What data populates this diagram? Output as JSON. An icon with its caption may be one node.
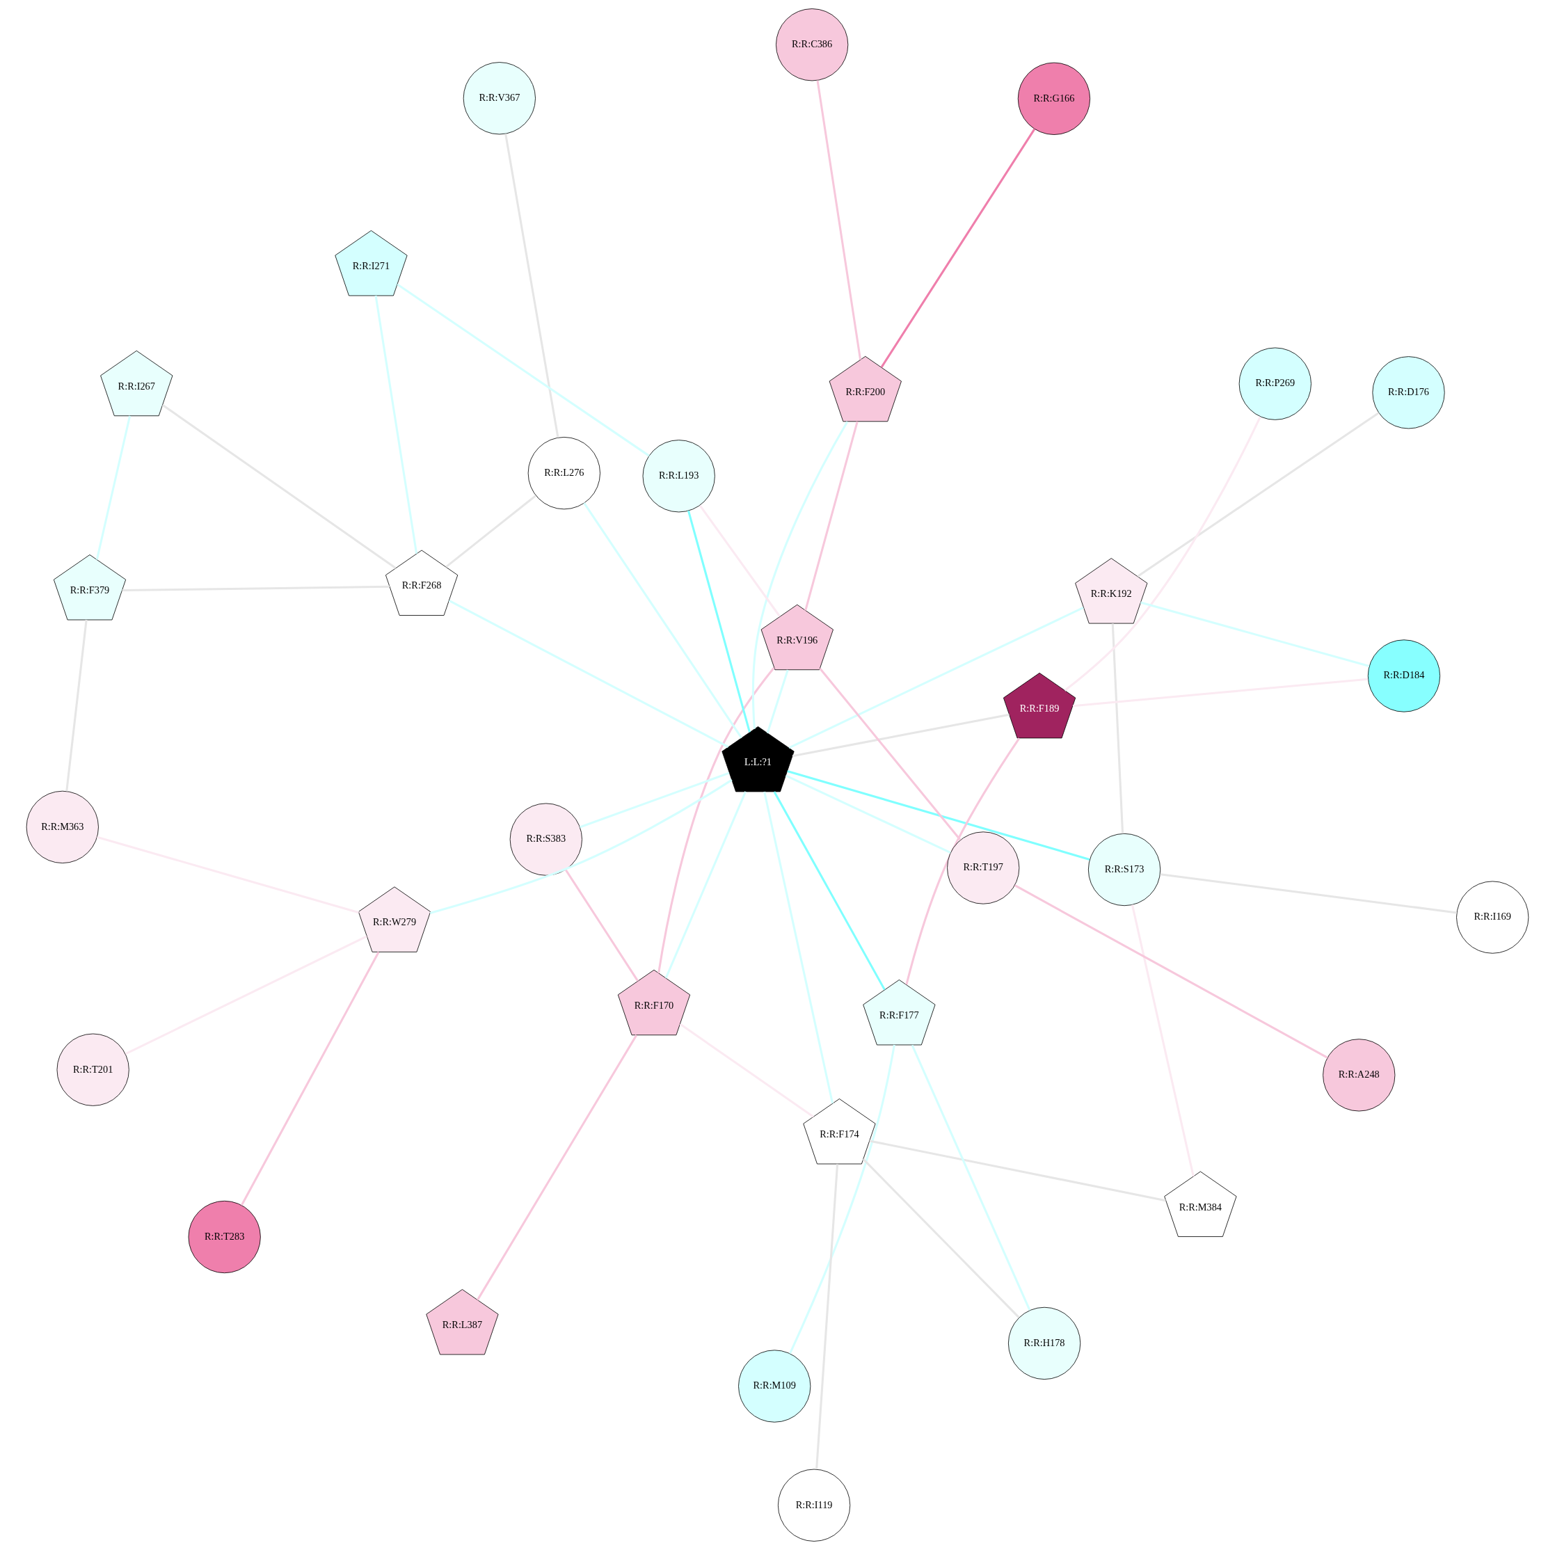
{
  "diagram": {
    "nodes": [
      {
        "text": [
          "R:R:M109"
        ]
      },
      {
        "text": [
          "R:R:T201"
        ]
      },
      {
        "text": [
          "R:R:I119"
        ]
      },
      {
        "text": [
          "R:R:D176"
        ]
      },
      {
        "text": [
          "R:R:G166"
        ]
      },
      {
        "text": [
          "R:R:F170"
        ]
      },
      {
        "text": [
          "R:R:M363"
        ]
      },
      {
        "text": [
          "R:R:S383"
        ]
      },
      {
        "text": [
          "R:R:S173"
        ]
      },
      {
        "text": [
          "R:R:I169"
        ]
      },
      {
        "text": [
          "R:R:W279"
        ]
      },
      {
        "text": [
          "R:R:F174"
        ]
      },
      {
        "text": [
          "R:R:T283"
        ]
      },
      {
        "text": [
          "R:R:M384"
        ]
      },
      {
        "text": [
          "R:R:L276"
        ]
      },
      {
        "text": [
          "R:R:F177"
        ]
      },
      {
        "text": [
          "L:L:?1"
        ]
      },
      {
        "text": [
          "R:R:V367"
        ]
      },
      {
        "text": [
          "R:R:L387"
        ]
      },
      {
        "text": [
          "R:R:F268"
        ]
      },
      {
        "text": [
          "R:R:F189"
        ]
      },
      {
        "text": [
          "R:R:F200"
        ]
      },
      {
        "text": [
          "R:R:K192"
        ]
      },
      {
        "text": [
          "R:R:F379"
        ]
      },
      {
        "text": [
          "R:R:H178"
        ]
      },
      {
        "text": [
          "R:R:T197"
        ]
      },
      {
        "text": [
          "R:R:V196"
        ]
      },
      {
        "text": [
          "R:R:L193"
        ]
      },
      {
        "text": [
          "R:R:I267"
        ]
      },
      {
        "text": [
          "R:R:D184"
        ]
      },
      {
        "text": [
          "R:R:C386"
        ]
      },
      {
        "text": [
          "R:R:P269"
        ]
      },
      {
        "text": [
          "R:R:A248"
        ]
      },
      {
        "text": [
          "R:R:I271"
        ]
      }
    ],
    "edges": [
      {
        "from": 7,
        "to": 5,
        "arrow": "none",
        "color": "#f7c8dc"
      },
      {
        "from": 5,
        "to": 26,
        "arrow": "none",
        "color": "#f7c8dc"
      },
      {
        "from": 5,
        "to": 18,
        "arrow": "none",
        "color": "#f7c8dc"
      },
      {
        "from": 5,
        "to": 16,
        "arrow": "none"
      },
      {
        "from": 5,
        "to": 11,
        "arrow": "none",
        "color": "#fbeaf2"
      },
      {
        "from": 1,
        "to": 10,
        "arrow": "none",
        "color": "#fbeaf2"
      },
      {
        "from": 6,
        "to": 10,
        "arrow": "none",
        "color": "#fbeaf2"
      },
      {
        "from": 10,
        "to": 12,
        "arrow": "none",
        "color": "#f7c8dc"
      },
      {
        "from": 10,
        "to": 16,
        "arrow": "none"
      },
      {
        "from": 7,
        "to": 16,
        "arrow": "none"
      },
      {
        "from": 3,
        "to": 22,
        "arrow": "none",
        "color": "#e6e6e6"
      },
      {
        "from": 0,
        "to": 15,
        "arrow": "none"
      },
      {
        "from": 2,
        "to": 11,
        "arrow": "none",
        "color": "#e6e6e6"
      },
      {
        "from": 4,
        "to": 21,
        "arrow": "none",
        "color": "#ef7fac"
      },
      {
        "from": 8,
        "to": 9,
        "arrow": "none",
        "color": "#e6e6e6"
      },
      {
        "from": 8,
        "to": 16,
        "arrow": "none",
        "color": "#80ffff"
      },
      {
        "from": 8,
        "to": 22,
        "arrow": "none",
        "color": "#e6e6e6"
      },
      {
        "from": 8,
        "to": 13,
        "arrow": "none",
        "color": "#fbeaf2"
      },
      {
        "from": 11,
        "to": 13,
        "arrow": "none",
        "color": "#e6e6e6"
      },
      {
        "from": 11,
        "to": 24,
        "arrow": "none",
        "color": "#e6e6e6"
      },
      {
        "from": 11,
        "to": 16,
        "arrow": "none"
      },
      {
        "from": 15,
        "to": 16,
        "arrow": "none",
        "color": "#80ffff"
      },
      {
        "from": 15,
        "to": 20,
        "arrow": "none",
        "color": "#f7c8dc"
      },
      {
        "from": 15,
        "to": 24,
        "arrow": "none"
      },
      {
        "from": 14,
        "to": 16,
        "arrow": "none"
      },
      {
        "from": 14,
        "to": 17,
        "arrow": "none",
        "color": "#e6e6e6"
      },
      {
        "from": 14,
        "to": 19,
        "arrow": "none",
        "color": "#e6e6e6"
      },
      {
        "from": 19,
        "to": 16,
        "arrow": "none"
      },
      {
        "from": 19,
        "to": 23,
        "arrow": "none",
        "color": "#e6e6e6"
      },
      {
        "from": 19,
        "to": 28,
        "arrow": "none",
        "color": "#e6e6e6"
      },
      {
        "from": 19,
        "to": 33,
        "arrow": "none"
      },
      {
        "from": 6,
        "to": 23,
        "arrow": "none",
        "color": "#e6e6e6"
      },
      {
        "from": 23,
        "to": 28,
        "arrow": "none"
      },
      {
        "from": 16,
        "to": 20,
        "arrow": "none",
        "color": "#e6e6e6"
      },
      {
        "from": 16,
        "to": 22,
        "arrow": "none"
      },
      {
        "from": 16,
        "to": 27,
        "arrow": "none",
        "color": "#80ffff"
      },
      {
        "from": 16,
        "to": 26,
        "arrow": "none"
      },
      {
        "from": 16,
        "to": 25,
        "arrow": "none"
      },
      {
        "from": 16,
        "to": 21,
        "arrow": "none"
      },
      {
        "from": 20,
        "to": 31,
        "arrow": "none",
        "color": "#fbeaf2"
      },
      {
        "from": 20,
        "to": 29,
        "arrow": "none",
        "color": "#fbeaf2"
      },
      {
        "from": 22,
        "to": 29,
        "arrow": "none"
      },
      {
        "from": 21,
        "to": 26,
        "arrow": "none",
        "color": "#f7c8dc"
      },
      {
        "from": 21,
        "to": 30,
        "arrow": "none",
        "color": "#f7c8dc"
      },
      {
        "from": 25,
        "to": 26,
        "arrow": "none",
        "color": "#f7c8dc"
      },
      {
        "from": 25,
        "to": 32,
        "arrow": "none",
        "color": "#f7c8dc"
      },
      {
        "from": 26,
        "to": 27,
        "arrow": "none",
        "color": "#fbeaf2"
      },
      {
        "from": 27,
        "to": 33,
        "arrow": "none"
      }
    ]
  }
}
